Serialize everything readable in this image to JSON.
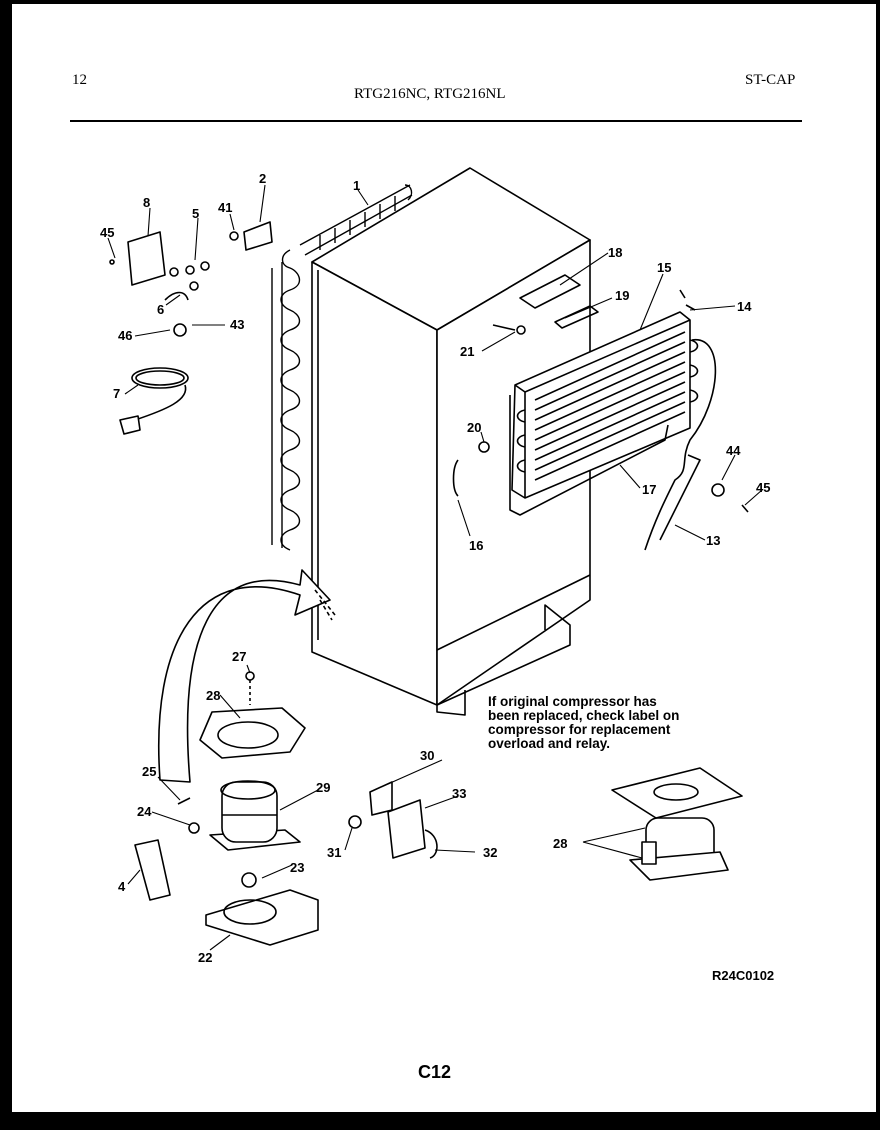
{
  "header": {
    "page_number": "12",
    "models": "RTG216NC, RTG216NL",
    "section": "ST-CAP"
  },
  "labels": [
    "1",
    "2",
    "41",
    "8",
    "5",
    "45",
    "6",
    "46",
    "43",
    "7",
    "18",
    "15",
    "19",
    "14",
    "21",
    "20",
    "44",
    "45",
    "17",
    "16",
    "13",
    "27",
    "28",
    "25",
    "29",
    "24",
    "30",
    "33",
    "31",
    "32",
    "23",
    "4",
    "22",
    "28"
  ],
  "note": "If original compressor has\nbeen replaced, check label on\ncompressor for replacement\noverload and relay.",
  "footer": {
    "diagram_code": "R24C0102",
    "page_code": "C12"
  }
}
